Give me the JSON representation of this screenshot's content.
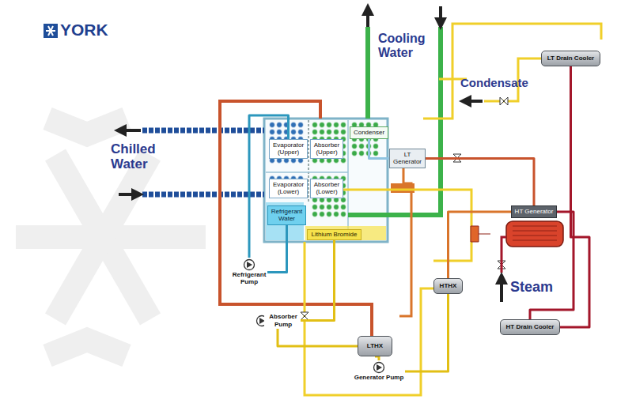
{
  "diagram": {
    "nodes": [
      {
        "text": [
          "LT Drain Cooler"
        ]
      },
      {
        "text": [
          "Evaporator (Upper)"
        ]
      },
      {
        "text": [
          "Absorber (Upper)"
        ]
      },
      {
        "text": [
          "Condenser"
        ]
      },
      {
        "text": [
          "LT Generator"
        ]
      },
      {
        "text": [
          "Evaporator (Lower)"
        ]
      },
      {
        "text": [
          "Absorber (Lower)"
        ]
      },
      {
        "text": [
          "Refrigerant Water"
        ]
      },
      {
        "text": [
          "HT Generator"
        ]
      },
      {
        "text": [
          "Lithium Bromide"
        ]
      },
      {
        "text": [
          "Refrigerant Pump"
        ]
      },
      {
        "text": [
          "HTHX"
        ]
      },
      {
        "text": [
          "Absorber Pump"
        ]
      },
      {
        "text": [
          "HT Drain Cooler"
        ]
      },
      {
        "text": [
          "LTHX"
        ]
      },
      {
        "text": [
          "Generator Pump"
        ]
      }
    ],
    "edges": [
      {
        "from": 7,
        "to": 10,
        "arrow": "none"
      },
      {
        "from": 10,
        "to": 1,
        "arrow": "none"
      },
      {
        "from": 9,
        "to": 12,
        "arrow": "none"
      },
      {
        "from": 12,
        "to": 14,
        "arrow": "none"
      },
      {
        "from": 14,
        "to": 15,
        "arrow": "none"
      },
      {
        "from": 15,
        "to": 11,
        "arrow": "none"
      },
      {
        "from": 11,
        "to": 8,
        "arrow": "none"
      },
      {
        "from": 8,
        "to": 4,
        "arrow": "none"
      },
      {
        "from": 4,
        "to": 3,
        "arrow": "none"
      },
      {
        "from": 8,
        "to": 13,
        "arrow": "none"
      },
      {
        "from": 13,
        "to": 0,
        "arrow": "none"
      }
    ],
    "labels": [
      "YORK",
      "Cooling Water",
      "Chilled Water",
      "Condensate",
      "Steam"
    ]
  }
}
